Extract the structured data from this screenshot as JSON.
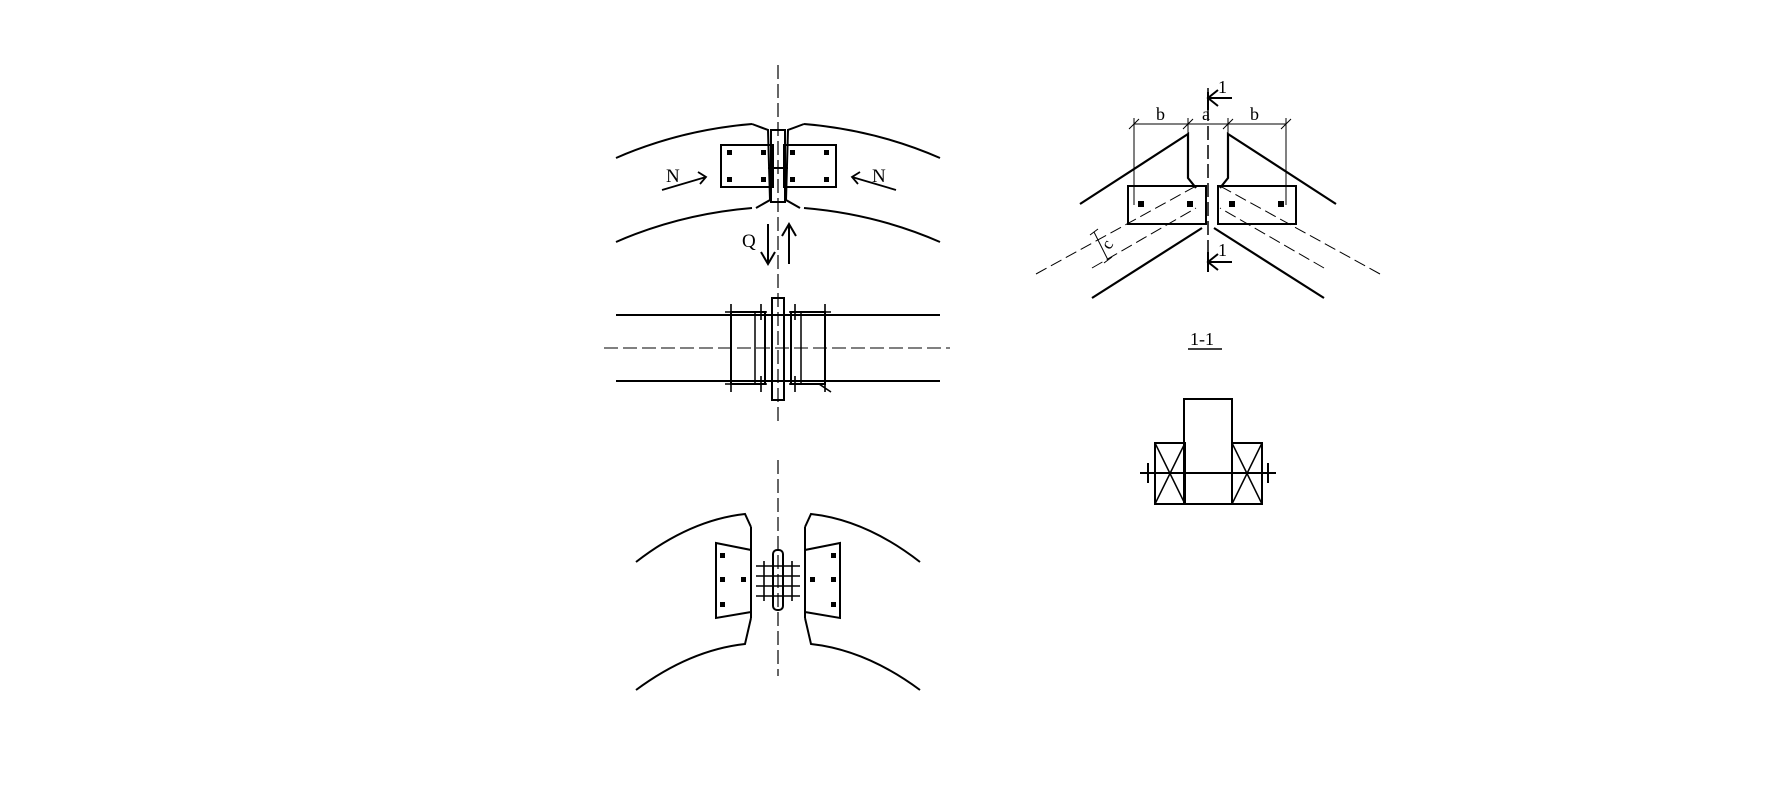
{
  "labels": {
    "force_n_left": "N",
    "force_n_right": "N",
    "force_q": "Q",
    "dim_b_left": "b",
    "dim_a": "a",
    "dim_b_right": "b",
    "dim_c": "c",
    "section_mark_top": "1",
    "section_mark_bottom": "1",
    "section_title": "1-1"
  },
  "colors": {
    "line": "#000000",
    "background": "#ffffff"
  }
}
